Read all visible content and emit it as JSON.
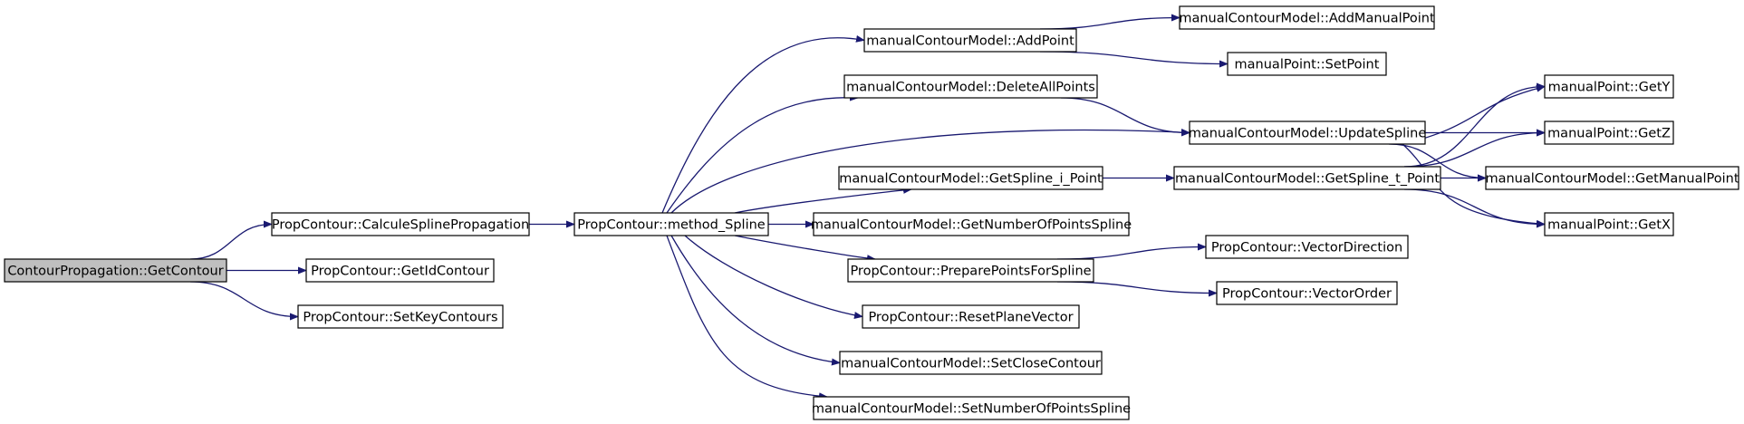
{
  "colors": {
    "node_fill": "#ffffff",
    "root_fill": "#bfbfbf",
    "node_stroke": "#000000",
    "edge": "#191970"
  },
  "graph": {
    "nodes": [
      {
        "id": "getcontour",
        "label": "ContourPropagation::GetContour",
        "root": true
      },
      {
        "id": "calculesplinepropagation",
        "label": "PropContour::CalculeSplinePropagation"
      },
      {
        "id": "getidcontour",
        "label": "PropContour::GetIdContour"
      },
      {
        "id": "setkeycontours",
        "label": "PropContour::SetKeyContours"
      },
      {
        "id": "method-spline",
        "label": "PropContour::method_Spline"
      },
      {
        "id": "addpoint",
        "label": "manualContourModel::AddPoint"
      },
      {
        "id": "deleteallpoints",
        "label": "manualContourModel::DeleteAllPoints"
      },
      {
        "id": "updatespline",
        "label": "manualContourModel::UpdateSpline"
      },
      {
        "id": "getspline-i-point",
        "label": "manualContourModel::GetSpline_i_Point"
      },
      {
        "id": "getnumberofpointsspline",
        "label": "manualContourModel::GetNumberOfPointsSpline"
      },
      {
        "id": "preparepointsforspline",
        "label": "PropContour::PreparePointsForSpline"
      },
      {
        "id": "resetplanevector",
        "label": "PropContour::ResetPlaneVector"
      },
      {
        "id": "setclosecontour",
        "label": "manualContourModel::SetCloseContour"
      },
      {
        "id": "setnumberofpointsspline",
        "label": "manualContourModel::SetNumberOfPointsSpline"
      },
      {
        "id": "addmanualpoint",
        "label": "manualContourModel::AddManualPoint"
      },
      {
        "id": "setpoint",
        "label": "manualPoint::SetPoint"
      },
      {
        "id": "getspline-t-point",
        "label": "manualContourModel::GetSpline_t_Point"
      },
      {
        "id": "vectordirection",
        "label": "PropContour::VectorDirection"
      },
      {
        "id": "vectororder",
        "label": "PropContour::VectorOrder"
      },
      {
        "id": "gety",
        "label": "manualPoint::GetY"
      },
      {
        "id": "getz",
        "label": "manualPoint::GetZ"
      },
      {
        "id": "getmanualpoint",
        "label": "manualContourModel::GetManualPoint"
      },
      {
        "id": "getx",
        "label": "manualPoint::GetX"
      }
    ],
    "edges": [
      {
        "from": "getcontour",
        "to": "calculesplinepropagation"
      },
      {
        "from": "getcontour",
        "to": "getidcontour"
      },
      {
        "from": "getcontour",
        "to": "setkeycontours"
      },
      {
        "from": "calculesplinepropagation",
        "to": "method-spline"
      },
      {
        "from": "method-spline",
        "to": "addpoint"
      },
      {
        "from": "method-spline",
        "to": "deleteallpoints"
      },
      {
        "from": "method-spline",
        "to": "updatespline"
      },
      {
        "from": "method-spline",
        "to": "getspline-i-point"
      },
      {
        "from": "method-spline",
        "to": "getnumberofpointsspline"
      },
      {
        "from": "method-spline",
        "to": "preparepointsforspline"
      },
      {
        "from": "method-spline",
        "to": "resetplanevector"
      },
      {
        "from": "method-spline",
        "to": "setclosecontour"
      },
      {
        "from": "method-spline",
        "to": "setnumberofpointsspline"
      },
      {
        "from": "addpoint",
        "to": "addmanualpoint"
      },
      {
        "from": "addpoint",
        "to": "setpoint"
      },
      {
        "from": "deleteallpoints",
        "to": "updatespline"
      },
      {
        "from": "updatespline",
        "to": "gety"
      },
      {
        "from": "updatespline",
        "to": "getz"
      },
      {
        "from": "updatespline",
        "to": "getmanualpoint"
      },
      {
        "from": "updatespline",
        "to": "getx"
      },
      {
        "from": "getspline-i-point",
        "to": "getspline-t-point"
      },
      {
        "from": "getspline-t-point",
        "to": "gety"
      },
      {
        "from": "getspline-t-point",
        "to": "getz"
      },
      {
        "from": "getspline-t-point",
        "to": "getmanualpoint"
      },
      {
        "from": "getspline-t-point",
        "to": "getx"
      },
      {
        "from": "preparepointsforspline",
        "to": "vectordirection"
      },
      {
        "from": "preparepointsforspline",
        "to": "vectororder"
      }
    ]
  }
}
